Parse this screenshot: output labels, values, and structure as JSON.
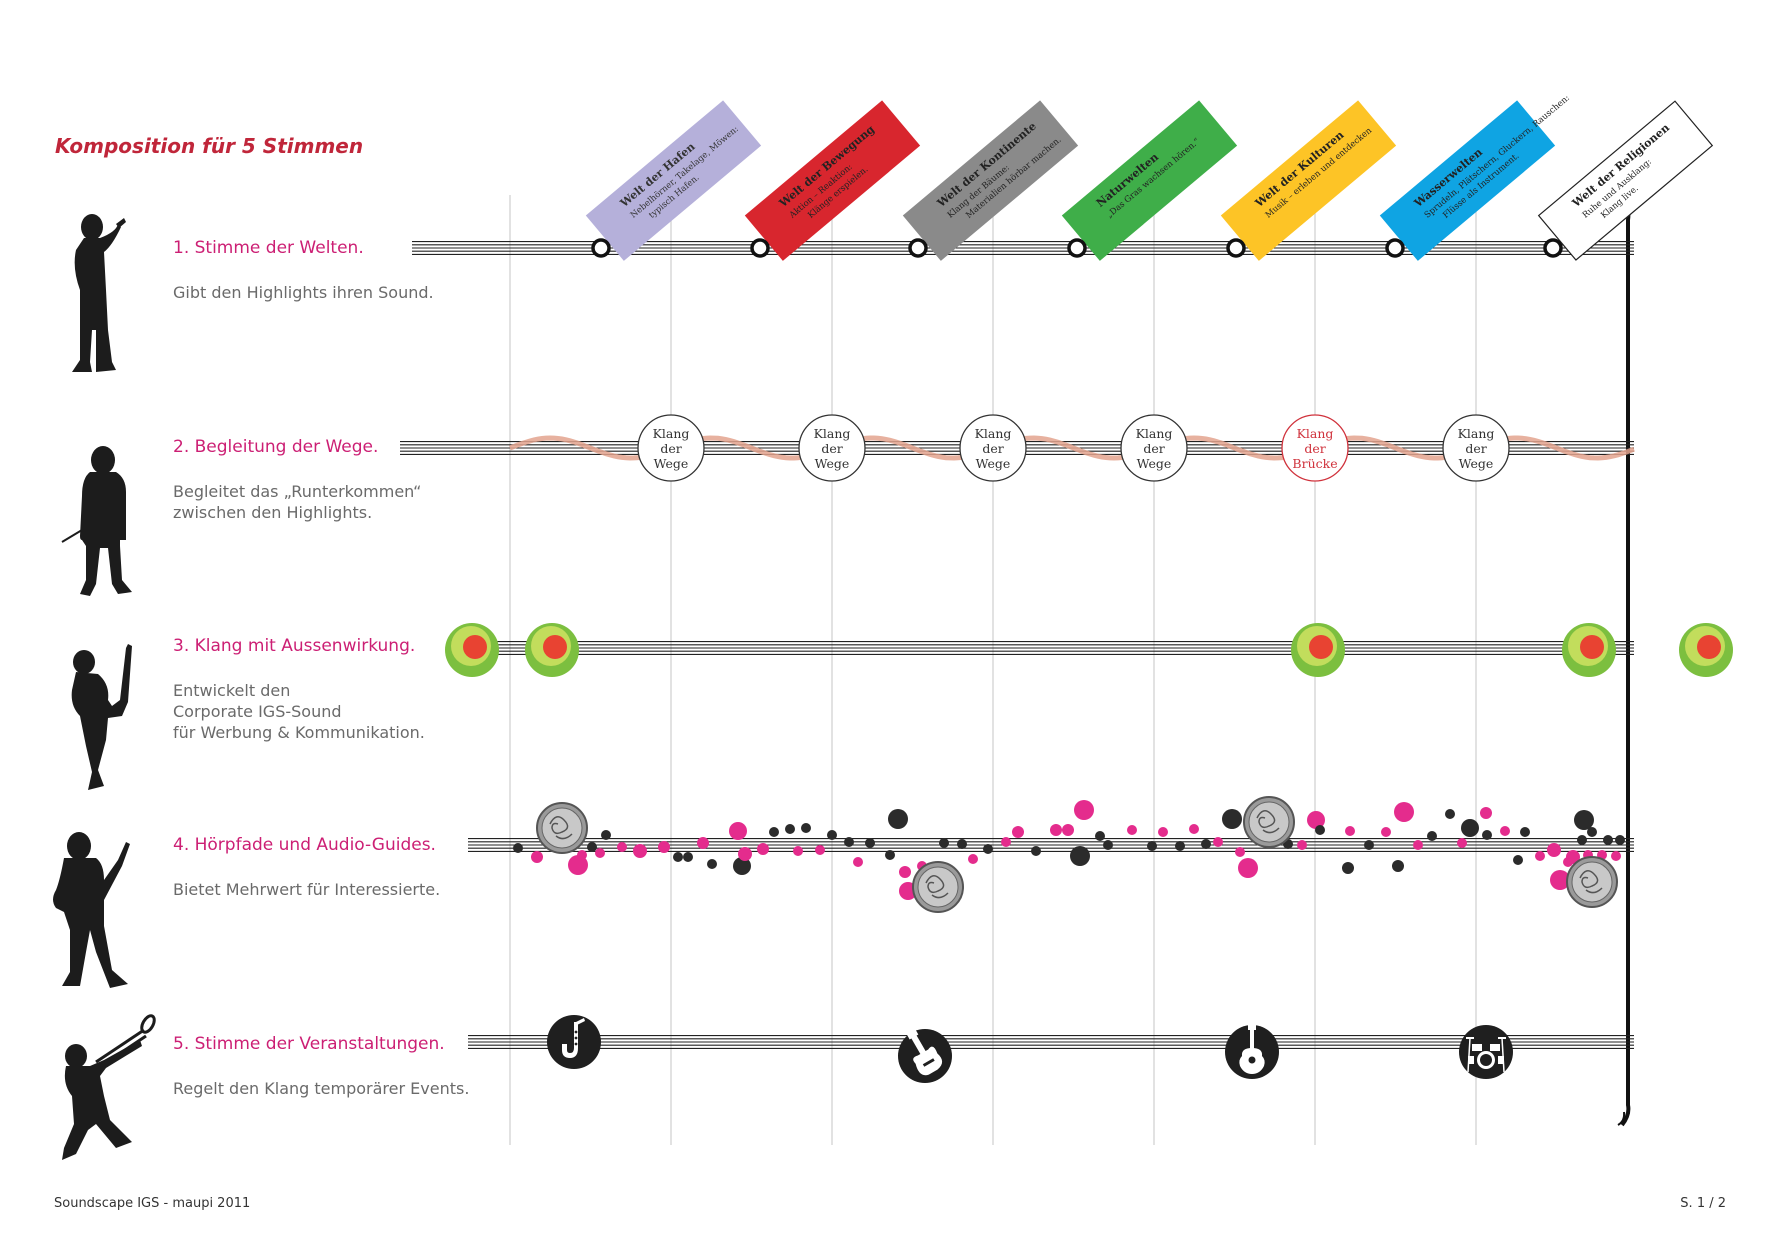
{
  "title": "Komposition für 5 Stimmen",
  "voices": [
    {
      "title": "1. Stimme der Welten.",
      "desc": [
        "Gibt den Highlights ihren Sound."
      ]
    },
    {
      "title": "2. Begleitung der Wege.",
      "desc": [
        "Begleitet das „Runterkommen“",
        "zwischen den Highlights."
      ]
    },
    {
      "title": "3. Klang mit Aussenwirkung.",
      "desc": [
        "Entwickelt den",
        "Corporate IGS-Sound",
        "für Werbung & Kommunikation."
      ]
    },
    {
      "title": "4. Hörpfade und Audio-Guides.",
      "desc": [
        "Bietet Mehrwert für Interessierte."
      ]
    },
    {
      "title": "5. Stimme der Veranstaltungen.",
      "desc": [
        "Regelt den Klang temporärer Events."
      ]
    }
  ],
  "worlds": [
    {
      "title": "Welt der Hafen",
      "lines": [
        "Nebelhörner, Takelage, Möwen:",
        "typisch Hafen."
      ],
      "color": "#b5b0da",
      "text_color": "#333333"
    },
    {
      "title": "Welt der Bewegung",
      "lines": [
        "Aktion – Reaktion:",
        "Klänge erspielen."
      ],
      "color": "#d8262e",
      "text_color": "#222222"
    },
    {
      "title": "Welt der Kontinente",
      "lines": [
        "Klang der Bäume:",
        "Materialien hörbar machen."
      ],
      "color": "#8a8a8a",
      "text_color": "#222222"
    },
    {
      "title": "Naturwelten",
      "lines": [
        "„Das Gras wachsen hören.“"
      ],
      "color": "#3fae49",
      "text_color": "#222222"
    },
    {
      "title": "Welt der Kulturen",
      "lines": [
        "Musik – erleben und entdecken"
      ],
      "color": "#fdc426",
      "text_color": "#222222"
    },
    {
      "title": "Wasserwelten",
      "lines": [
        "Sprudeln, Plätschern, Gluckern, Rauschen:",
        "Flüsse als Instrument."
      ],
      "color": "#0fa4e3",
      "text_color": "#222222"
    },
    {
      "title": "Welt der Religionen",
      "lines": [
        "Ruhe und Ausklang:",
        "Klang live."
      ],
      "color": "#ffffff",
      "text_color": "#222222"
    }
  ],
  "paths": [
    {
      "lines": [
        "Klang",
        "der",
        "Wege"
      ],
      "color": "#333333"
    },
    {
      "lines": [
        "Klang",
        "der",
        "Wege"
      ],
      "color": "#333333"
    },
    {
      "lines": [
        "Klang",
        "der",
        "Wege"
      ],
      "color": "#333333"
    },
    {
      "lines": [
        "Klang",
        "der",
        "Wege"
      ],
      "color": "#333333"
    },
    {
      "lines": [
        "Klang",
        "der",
        "Brücke"
      ],
      "color": "#d0323c"
    },
    {
      "lines": [
        "Klang",
        "der",
        "Wege"
      ],
      "color": "#333333"
    }
  ],
  "events": [
    {
      "icon": "saxophone-icon"
    },
    {
      "icon": "electric-guitar-icon"
    },
    {
      "icon": "acoustic-guitar-icon"
    },
    {
      "icon": "drum-kit-icon"
    }
  ],
  "colors": {
    "title": "#c0263a",
    "voice_title": "#cc1f74",
    "wave": "#e3a38e",
    "brand_outer": "#7cbf3f",
    "brand_inner": "#e84332",
    "dot_pink": "#e42c8d",
    "dot_dark": "#2b2b2b"
  },
  "footer": {
    "left": "Soundscape IGS - maupi 2011",
    "right": "S. 1 / 2"
  }
}
